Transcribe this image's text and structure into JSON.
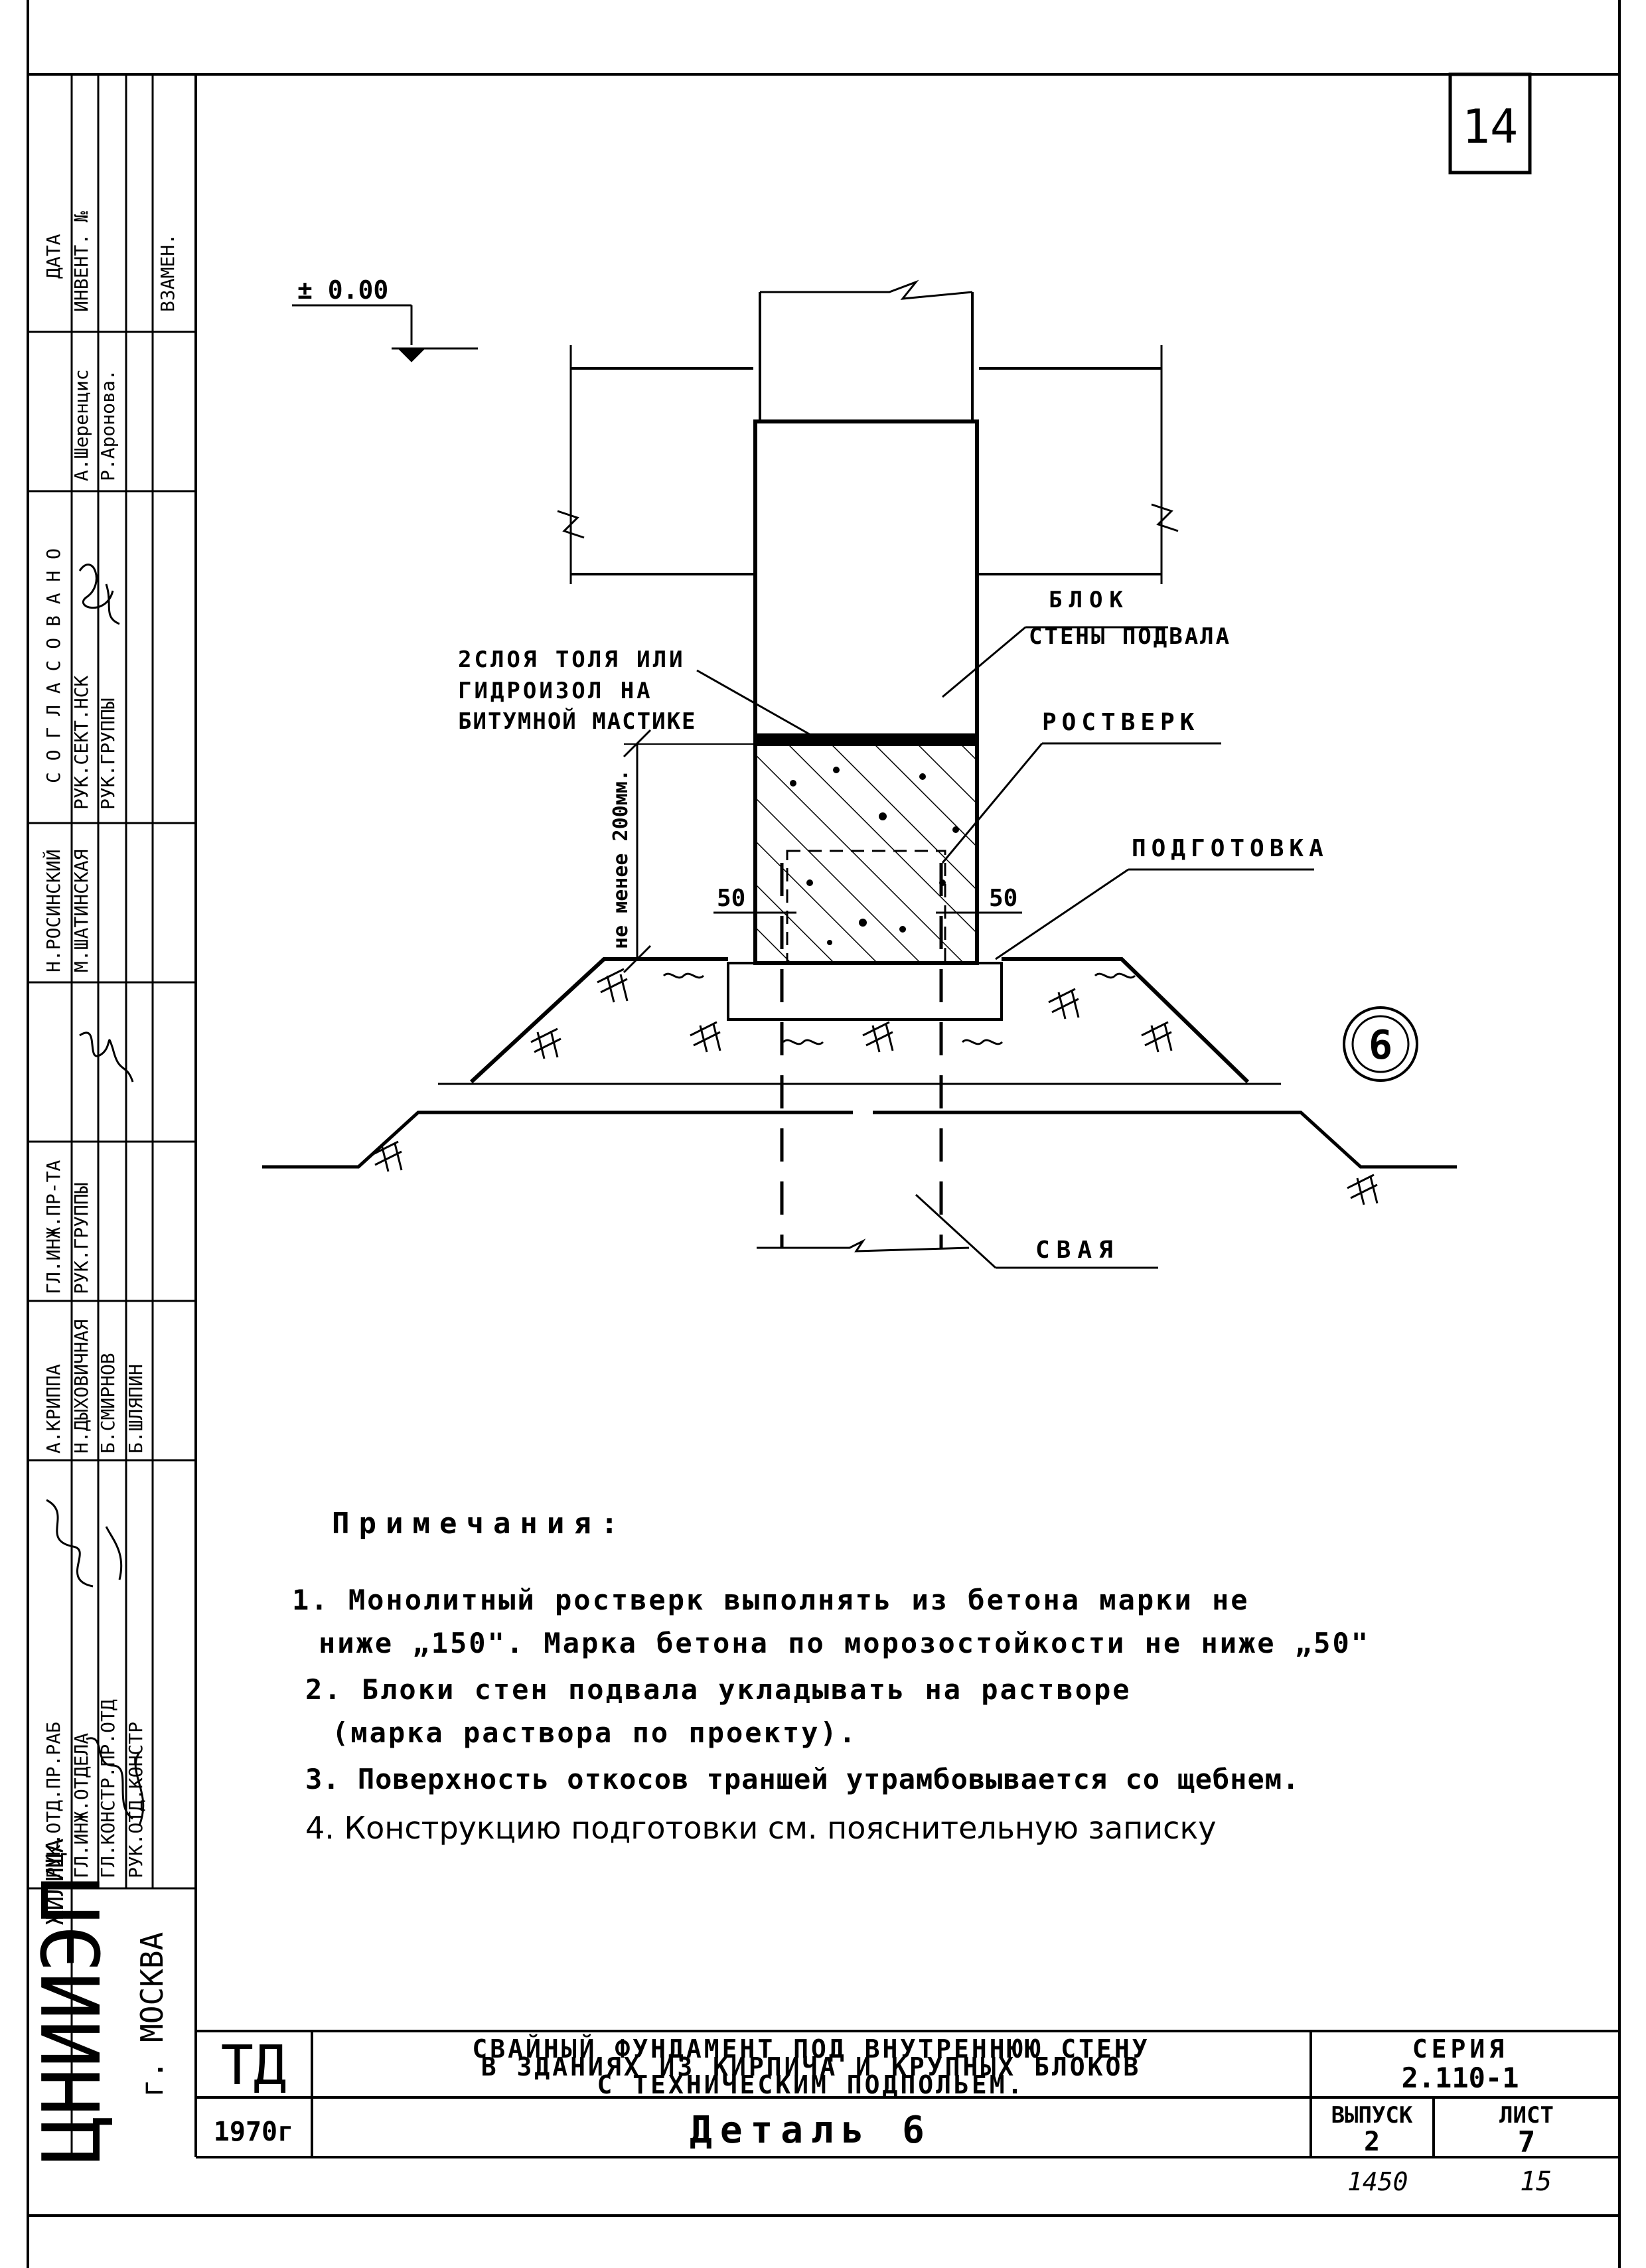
{
  "sheet": {
    "page_number": "14",
    "detail_mark": "6",
    "bottom_left_code": "1450",
    "bottom_right_code": "15"
  },
  "drawing": {
    "level_mark": "± 0.00",
    "label_block": [
      "БЛОК",
      "СТЕНЫ ПОДВАЛА"
    ],
    "label_waterproofing": [
      "2СЛОЯ ТОЛЯ ИЛИ",
      "ГИДРОИЗОЛ НА",
      "БИТУМНОЙ МАСТИКЕ"
    ],
    "label_grillage": "РОСТВЕРК",
    "label_bedding": "ПОДГОТОВКА",
    "label_pile": "СВАЯ",
    "dim_left": "50",
    "dim_right": "50",
    "dim_min": "не менее 200мм."
  },
  "notes": {
    "title": "Примечания:",
    "items": [
      "1. Монолитный ростверк выполнять из бетона марки не",
      "ниже „150\". Марка бетона по морозостойкости не ниже „50\"",
      "2. Блоки стен подвала укладывать на растворе",
      "(марка раствора по проекту).",
      "3. Поверхность откосов траншей утрамбовывается со щебнем.",
      "4. Конструкцию подготовки см. пояснительную записку"
    ]
  },
  "side_stamp": {
    "col1": [
      "ДАТА",
      "ИНВЕНТ. №",
      "ВЗАМЕН."
    ],
    "agreed": "С О Г Л А С О В А Н О",
    "agreed_names": [
      "А.Шеренцис",
      "Р.Аронова."
    ],
    "agreed_roles": [
      "РУК.СЕКТ.НСК",
      "РУК.ГРУППЫ"
    ],
    "people": [
      "Н.РОСИНСКИЙ",
      "М.ШАТИНСКАЯ",
      "ГЛ.ИНЖ.ПР-ТА",
      "РУК.ГРУППЫ",
      "А.КРИППА",
      "Н.ДЫХОВИЧНАЯ",
      "Б.СМИРНОВ",
      "Б.ШЛЯПИН"
    ],
    "roles": [
      "РУК.ОТД.ПР.РАБ",
      "ГЛ.ИНЖ.ОТДЕЛА",
      "ГЛ.КОНСТР.ПР.ОТД",
      "РУК.ОТД.КОНСТР"
    ],
    "org": "ЦНИИЭП",
    "org_suffix": "ЖИЛИЩА",
    "city": "г. МОСКВА"
  },
  "title_block": {
    "code": "ТД",
    "year": "1970г",
    "title_lines": [
      "СВАЙНЫЙ ФУНДАМЕНТ ПОД ВНУТРЕННЮЮ СТЕНУ",
      "В ЗДАНИЯХ ИЗ КИРПИЧА И КРУПНЫХ БЛОКОВ",
      "С ТЕХНИЧЕСКИМ ПОДПОЛЬЕМ."
    ],
    "subtitle": "Деталь 6",
    "series_label": "СЕРИЯ",
    "series_value": "2.110-1",
    "issue_label": "ВЫПУСК",
    "issue_value": "2",
    "sheet_label": "ЛИСТ",
    "sheet_value": "7"
  }
}
